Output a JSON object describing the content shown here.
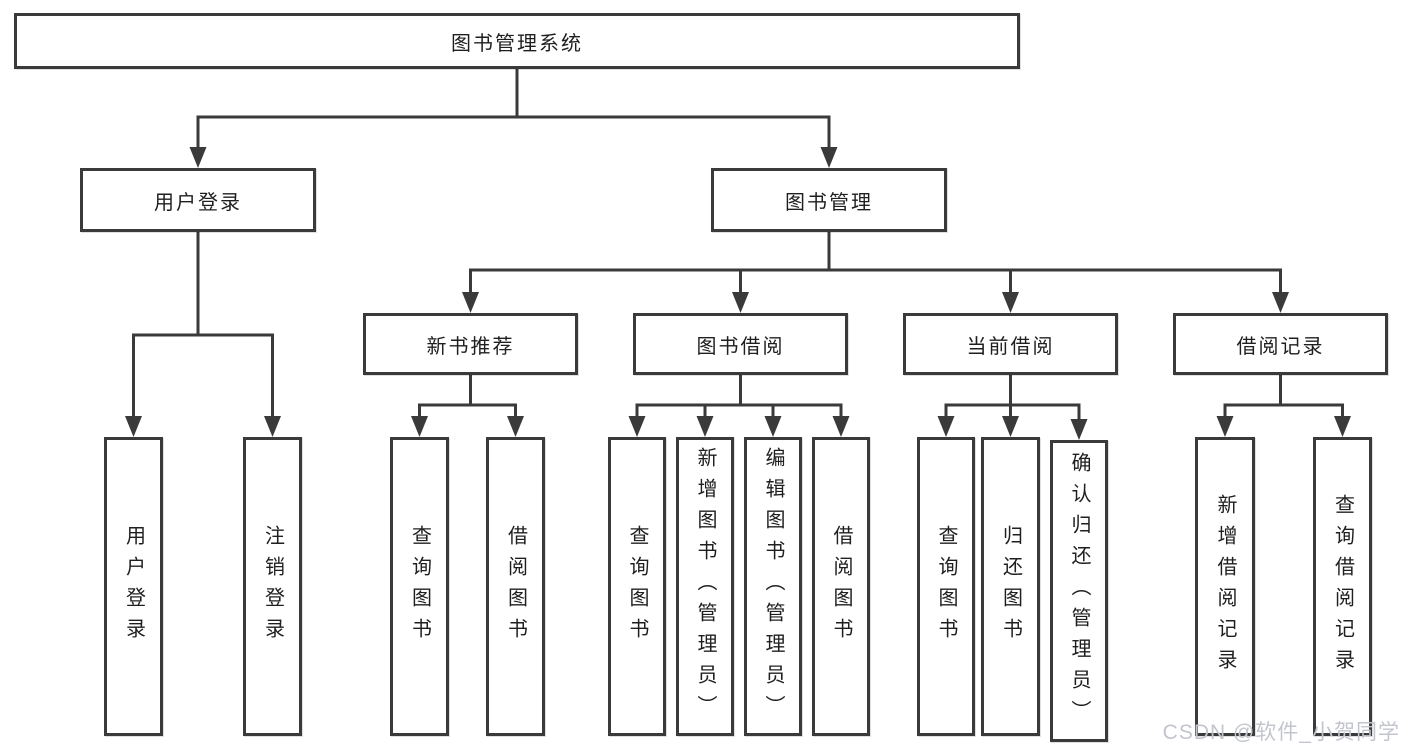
{
  "diagram": {
    "root": {
      "label": "图书管理系统"
    },
    "level2": {
      "user_login": {
        "label": "用户登录"
      },
      "book_mgmt": {
        "label": "图书管理"
      }
    },
    "level3": {
      "new_book_rec": {
        "label": "新书推荐"
      },
      "book_borrow": {
        "label": "图书借阅"
      },
      "current_borrow": {
        "label": "当前借阅"
      },
      "borrow_record": {
        "label": "借阅记录"
      }
    },
    "leaves": {
      "user_login": {
        "label": "用户登录"
      },
      "logout": {
        "label": "注销登录"
      },
      "query_book_rec": {
        "label": "查询图书"
      },
      "borrow_book_rec": {
        "label": "借阅图书"
      },
      "query_book_borrow": {
        "label": "查询图书"
      },
      "add_book_admin": {
        "label": "新增图书（管理员）"
      },
      "edit_book_admin": {
        "label": "编辑图书（管理员）"
      },
      "borrow_book_borrow": {
        "label": "借阅图书"
      },
      "query_book_current": {
        "label": "查询图书"
      },
      "return_book": {
        "label": "归还图书"
      },
      "confirm_return_admin": {
        "label": "确认归还（管理员）"
      },
      "add_borrow_record": {
        "label": "新增借阅记录"
      },
      "query_borrow_record": {
        "label": "查询借阅记录"
      }
    },
    "watermark": "CSDN @软件_小贺同学",
    "colors": {
      "line": "#3a3a3a",
      "text": "#1f1f1f",
      "watermark": "#c2c5cd",
      "background": "#ffffff"
    }
  }
}
